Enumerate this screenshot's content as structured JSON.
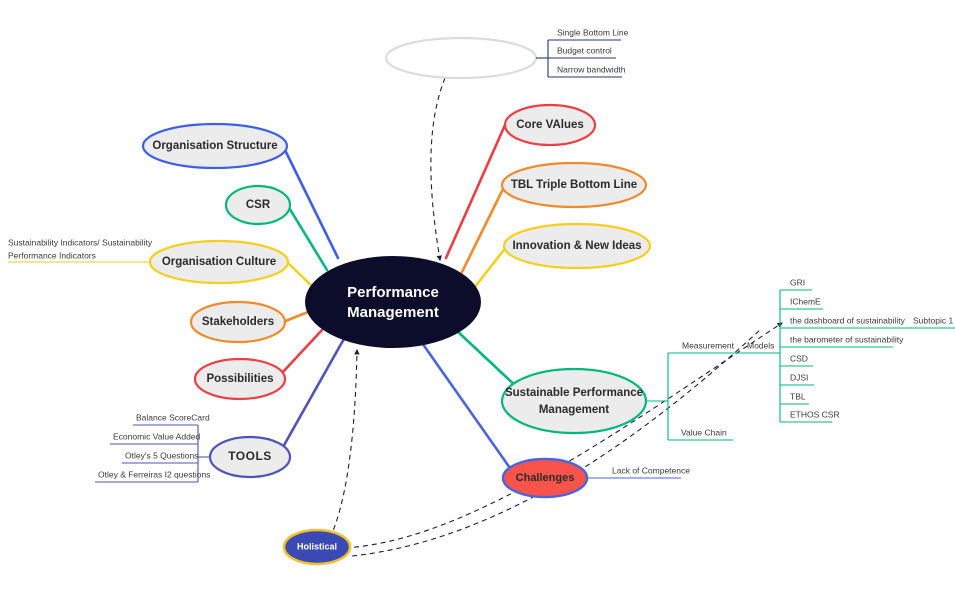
{
  "center": {
    "line1": "Performance",
    "line2": "Management",
    "fill": "#0b0d2b"
  },
  "colors": {
    "red": "#ef3e42",
    "orange": "#f08a2b",
    "yellow": "#f5cf1b",
    "green": "#00b87c",
    "blue": "#3d5ee8",
    "indigo": "#4f52b8",
    "navy": "#2b3467",
    "grey": "#dcdcdc",
    "node_fill": "#ececed",
    "red_fill": "#f8544c",
    "holistical_fill": "#3b49b4",
    "holistical_stroke": "#f2c029"
  },
  "branches": {
    "empty_top": {
      "label": "",
      "stroke": "#dcdcdc",
      "children": [
        {
          "label": "Single Bottom Line"
        },
        {
          "label": "Budget control"
        },
        {
          "label": "Narrow bandwidth"
        }
      ]
    },
    "core_values": {
      "label": "Core VAlues",
      "stroke": "#ef3e42"
    },
    "tbl": {
      "label": "TBL Triple Bottom Line",
      "stroke": "#f08a2b"
    },
    "innovation": {
      "label": "Innovation & New Ideas",
      "stroke": "#f5cf1b"
    },
    "org_structure": {
      "label": "Organisation Structure",
      "stroke": "#3d5ee8"
    },
    "csr": {
      "label": "CSR",
      "stroke": "#00b87c"
    },
    "org_culture": {
      "label": "Organisation Culture",
      "stroke": "#f5cf1b",
      "children": [
        {
          "line1": "Sustainability Indicators/ Sustainability",
          "line2": "Performance Indicators"
        }
      ]
    },
    "stakeholders": {
      "label": "Stakeholders",
      "stroke": "#f08a2b"
    },
    "possibilities": {
      "label": "Possibilities",
      "stroke": "#ef3e42"
    },
    "tools": {
      "label": "TOOLS",
      "stroke": "#4f52b8",
      "children": [
        {
          "label": "Balance ScoreCard"
        },
        {
          "label": "Economic Value Added"
        },
        {
          "label": "Otley's 5 Questions"
        },
        {
          "label": "Otley & Ferreiras I2 questions"
        }
      ]
    },
    "holistical": {
      "label": "Holistical",
      "stroke": "#f2c029",
      "fill": "#3b49b4"
    },
    "challenges": {
      "label": "Challenges",
      "stroke": "#4a63e0",
      "fill": "#f8544c",
      "children": [
        {
          "label": "Lack of Competence"
        }
      ]
    },
    "spm": {
      "line1": "Sustainable Performance",
      "line2": "Management",
      "stroke": "#00b87c",
      "children": [
        {
          "label": "Measurement",
          "children": [
            {
              "label": "Models",
              "children": [
                {
                  "label": "GRI"
                },
                {
                  "label": "IChemE"
                },
                {
                  "label": "the dashboard of sustainability",
                  "children": [
                    {
                      "label": "Subtopic 1"
                    }
                  ]
                },
                {
                  "label": "the barometer of sustainability"
                },
                {
                  "label": "CSD"
                },
                {
                  "label": "DJSI"
                },
                {
                  "label": "TBL"
                },
                {
                  "label": "ETHOS CSR"
                }
              ]
            }
          ]
        },
        {
          "label": "Value Chain"
        }
      ]
    }
  }
}
